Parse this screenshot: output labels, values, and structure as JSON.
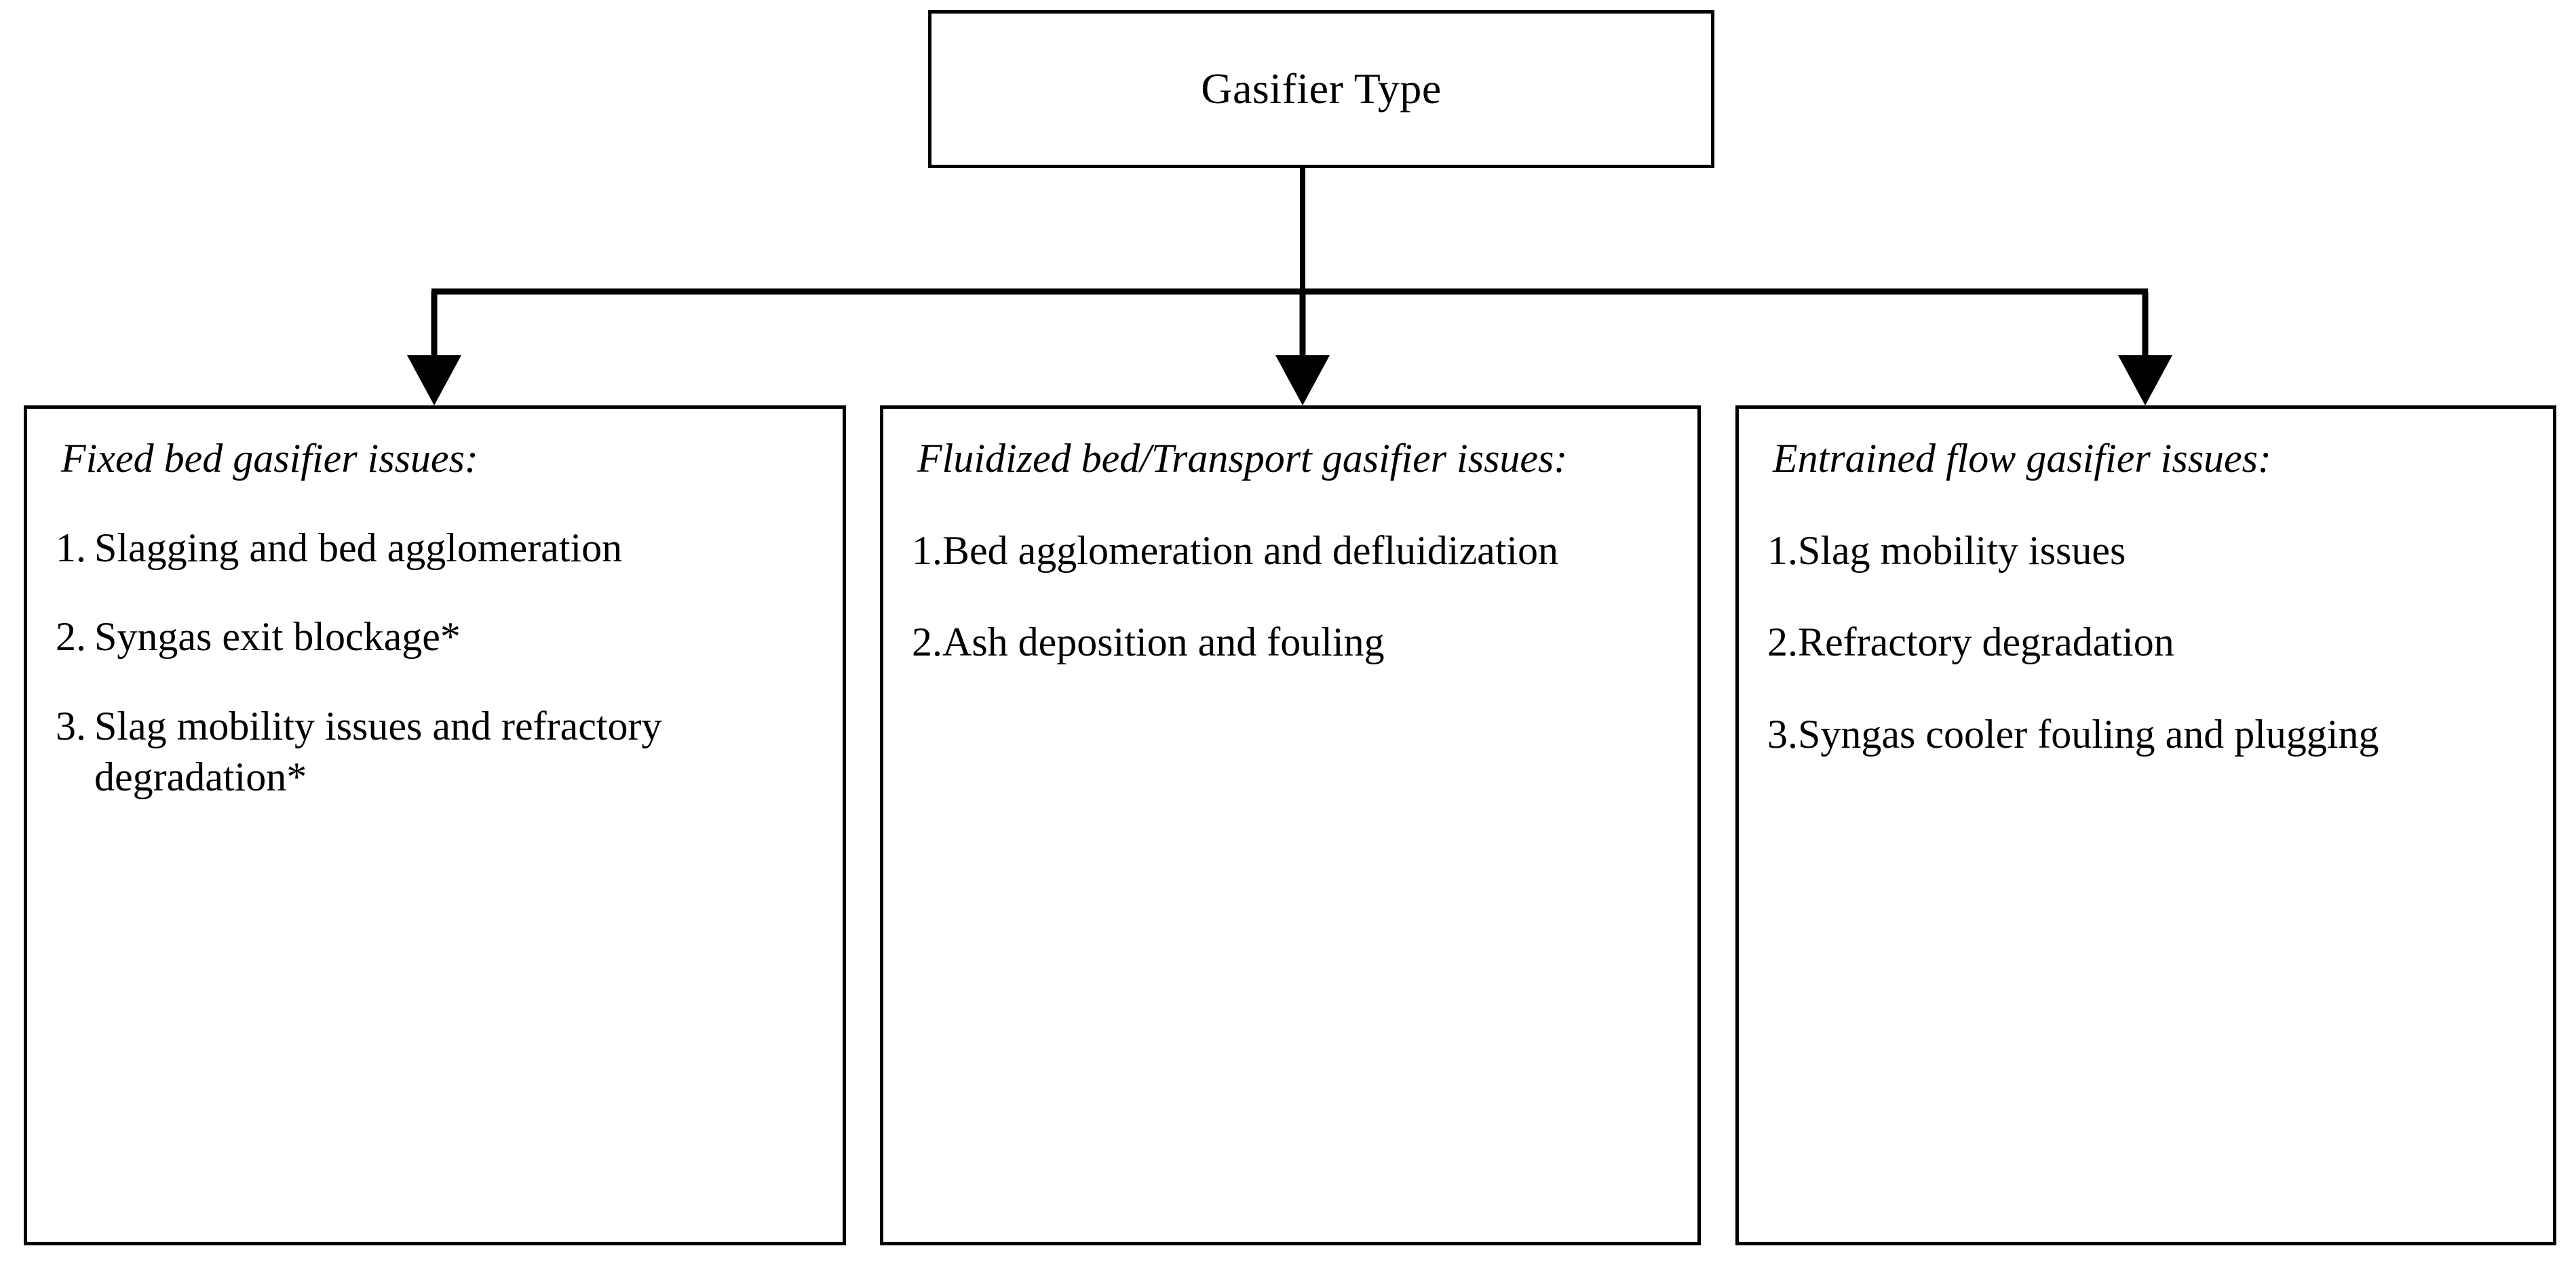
{
  "diagram": {
    "root": {
      "label": "Gasifier Type"
    },
    "branches": [
      {
        "heading": "Fixed bed gasifier issues:",
        "items": [
          {
            "marker": "1.",
            "text": "Slagging and bed agglomeration"
          },
          {
            "marker": "2.",
            "text": "Syngas exit blockage*"
          },
          {
            "marker": "3.",
            "text": "Slag mobility issues and refractory degradation*"
          }
        ]
      },
      {
        "heading": "Fluidized bed/Transport gasifier issues:",
        "items": [
          {
            "marker": "1.",
            "text": "Bed agglomeration and defluidization"
          },
          {
            "marker": "2.",
            "text": "Ash deposition and fouling"
          }
        ]
      },
      {
        "heading": "Entrained flow gasifier issues:",
        "items": [
          {
            "marker": "1.",
            "text": "Slag mobility issues"
          },
          {
            "marker": "2.",
            "text": "Refractory degradation"
          },
          {
            "marker": "3.",
            "text": "Syngas cooler fouling and plugging"
          }
        ]
      }
    ],
    "colors": {
      "line": "#000000",
      "text": "#000000",
      "background": "#ffffff"
    }
  }
}
